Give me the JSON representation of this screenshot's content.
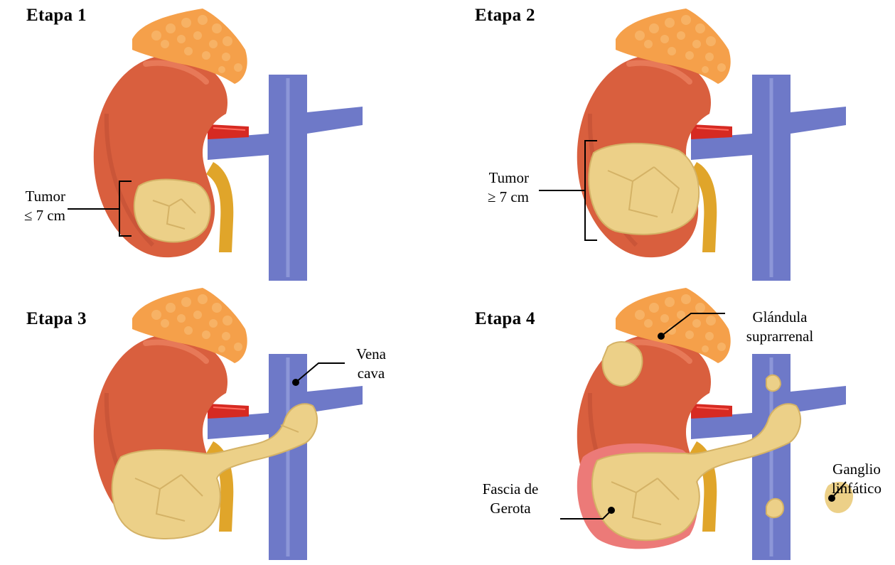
{
  "panels": [
    {
      "title": "Etapa 1",
      "labels": {
        "tumor_line1": "Tumor",
        "tumor_line2": "≤ 7 cm"
      }
    },
    {
      "title": "Etapa 2",
      "labels": {
        "tumor_line1": "Tumor",
        "tumor_line2": "≥ 7 cm"
      }
    },
    {
      "title": "Etapa 3",
      "labels": {
        "vena_line1": "Vena",
        "vena_line2": "cava"
      }
    },
    {
      "title": "Etapa 4",
      "labels": {
        "adrenal_line1": "Glándula",
        "adrenal_line2": "suprarrenal",
        "node_line1": "Ganglio",
        "node_line2": "linfático",
        "fascia_line1": "Fascia de",
        "fascia_line2": "Gerota"
      }
    }
  ],
  "colors": {
    "kidney": "#d95f3e",
    "kidney_shadow": "#b84a30",
    "adrenal": "#f5a04a",
    "vein": "#6e79c8",
    "artery": "#d62a22",
    "ureter": "#e0a52a",
    "tumor": "#ecd088",
    "fascia": "#ec7a78"
  }
}
